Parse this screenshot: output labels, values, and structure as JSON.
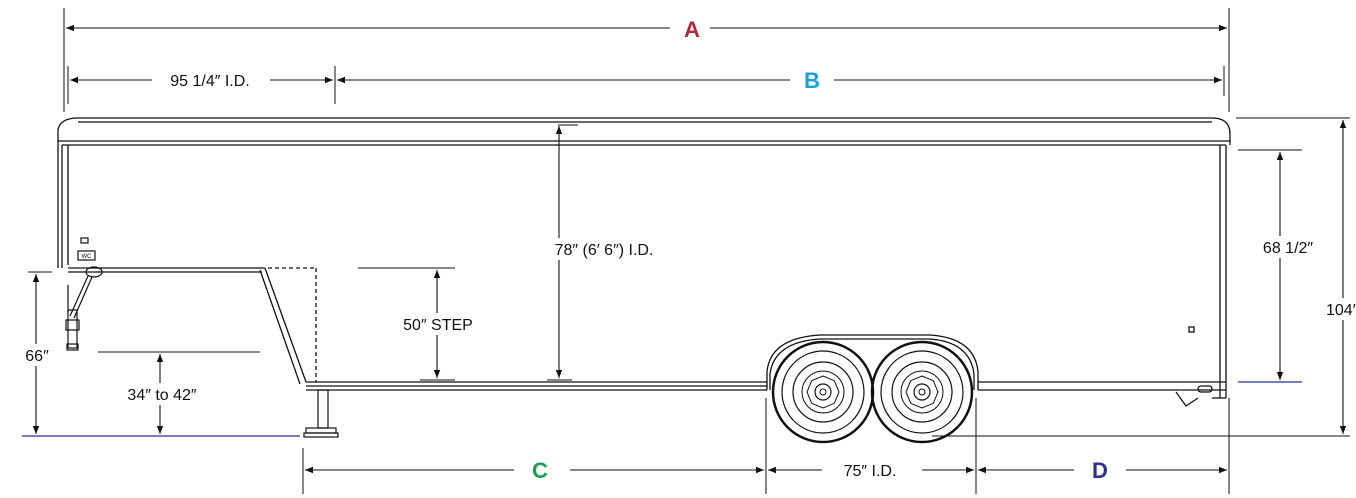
{
  "labels": {
    "a": "A",
    "b": "B",
    "c": "C",
    "d": "D",
    "front_inside_length": "95 1/4″ I.D.",
    "interior_height": "78″ (6′ 6″) I.D.",
    "step_height": "50″ STEP",
    "coupler_height": "66″",
    "deck_height": "34″ to 42″",
    "axle_spread": "75″ I.D.",
    "rear_door_height": "68 1/2″",
    "overall_height": "104″",
    "wc_badge": "WC"
  },
  "colors": {
    "a": "#b5253a",
    "b": "#1aa3dc",
    "c": "#1c9c52",
    "d": "#2b3486",
    "line": "#111111",
    "ground": "#2b3486"
  }
}
